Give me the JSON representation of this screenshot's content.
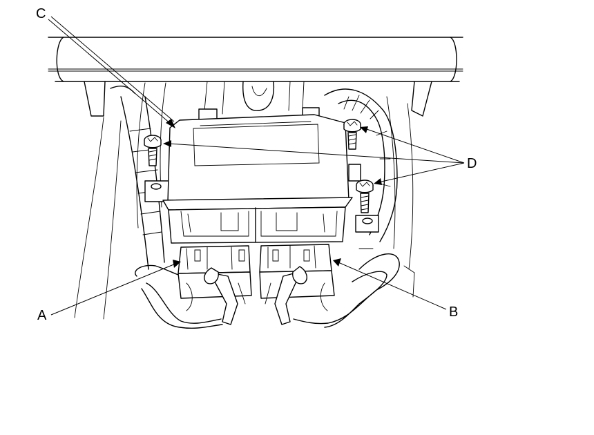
{
  "callouts": {
    "A": "A",
    "B": "B",
    "C": "C",
    "D": "D"
  }
}
